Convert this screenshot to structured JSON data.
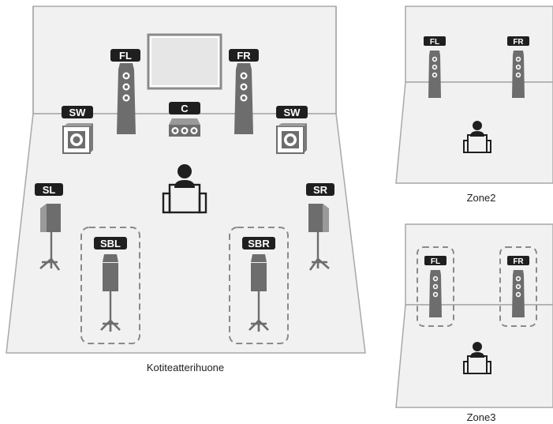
{
  "colors": {
    "room_fill": "#f1f1f1",
    "room_stroke": "#a8a8a8",
    "speaker_gray": "#6d6d6d",
    "label_bg": "#1f1f1f",
    "label_text": "#ffffff",
    "dash_stroke": "#8a8a8a"
  },
  "main_room": {
    "caption": "Kotiteatterihuone",
    "labels": {
      "fl": "FL",
      "fr": "FR",
      "c": "C",
      "sw_left": "SW",
      "sw_right": "SW",
      "sl": "SL",
      "sr": "SR",
      "sbl": "SBL",
      "sbr": "SBR"
    }
  },
  "zone2": {
    "caption": "Zone2",
    "labels": {
      "fl": "FL",
      "fr": "FR"
    }
  },
  "zone3": {
    "caption": "Zone3",
    "labels": {
      "fl": "FL",
      "fr": "FR"
    }
  },
  "icons": {
    "listener": "listener-chair-icon",
    "tower": "tower-speaker-icon",
    "subwoofer": "subwoofer-icon",
    "center": "center-speaker-icon",
    "surround": "surround-speaker-on-stand-icon",
    "tv": "tv-screen-icon"
  }
}
